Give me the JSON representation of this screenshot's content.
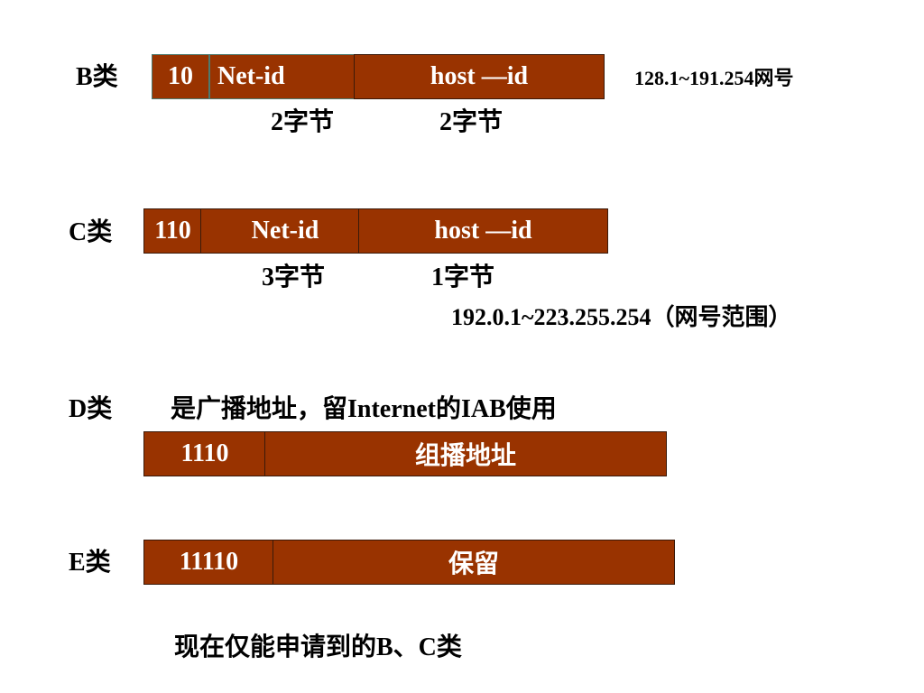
{
  "class_b": {
    "label": "B类",
    "prefix": "10",
    "net": "Net-id",
    "host": "host —id",
    "range": "128.1~191.254网号",
    "net_bytes": "2字节",
    "host_bytes": "2字节"
  },
  "class_c": {
    "label": "C类",
    "prefix": "110",
    "net": "Net-id",
    "host": "host —id",
    "net_bytes": "3字节",
    "host_bytes": "1字节",
    "range": "192.0.1~223.255.254（网号范围）"
  },
  "class_d": {
    "label": "D类",
    "desc": "是广播地址，留Internet的IAB使用",
    "prefix": "1110",
    "body": "组播地址"
  },
  "class_e": {
    "label": "E类",
    "prefix": "11110",
    "body": "保留"
  },
  "footer": "现在仅能申请到的B、C类",
  "colors": {
    "field_fill": "#993300",
    "field_text": "#ffffff"
  }
}
